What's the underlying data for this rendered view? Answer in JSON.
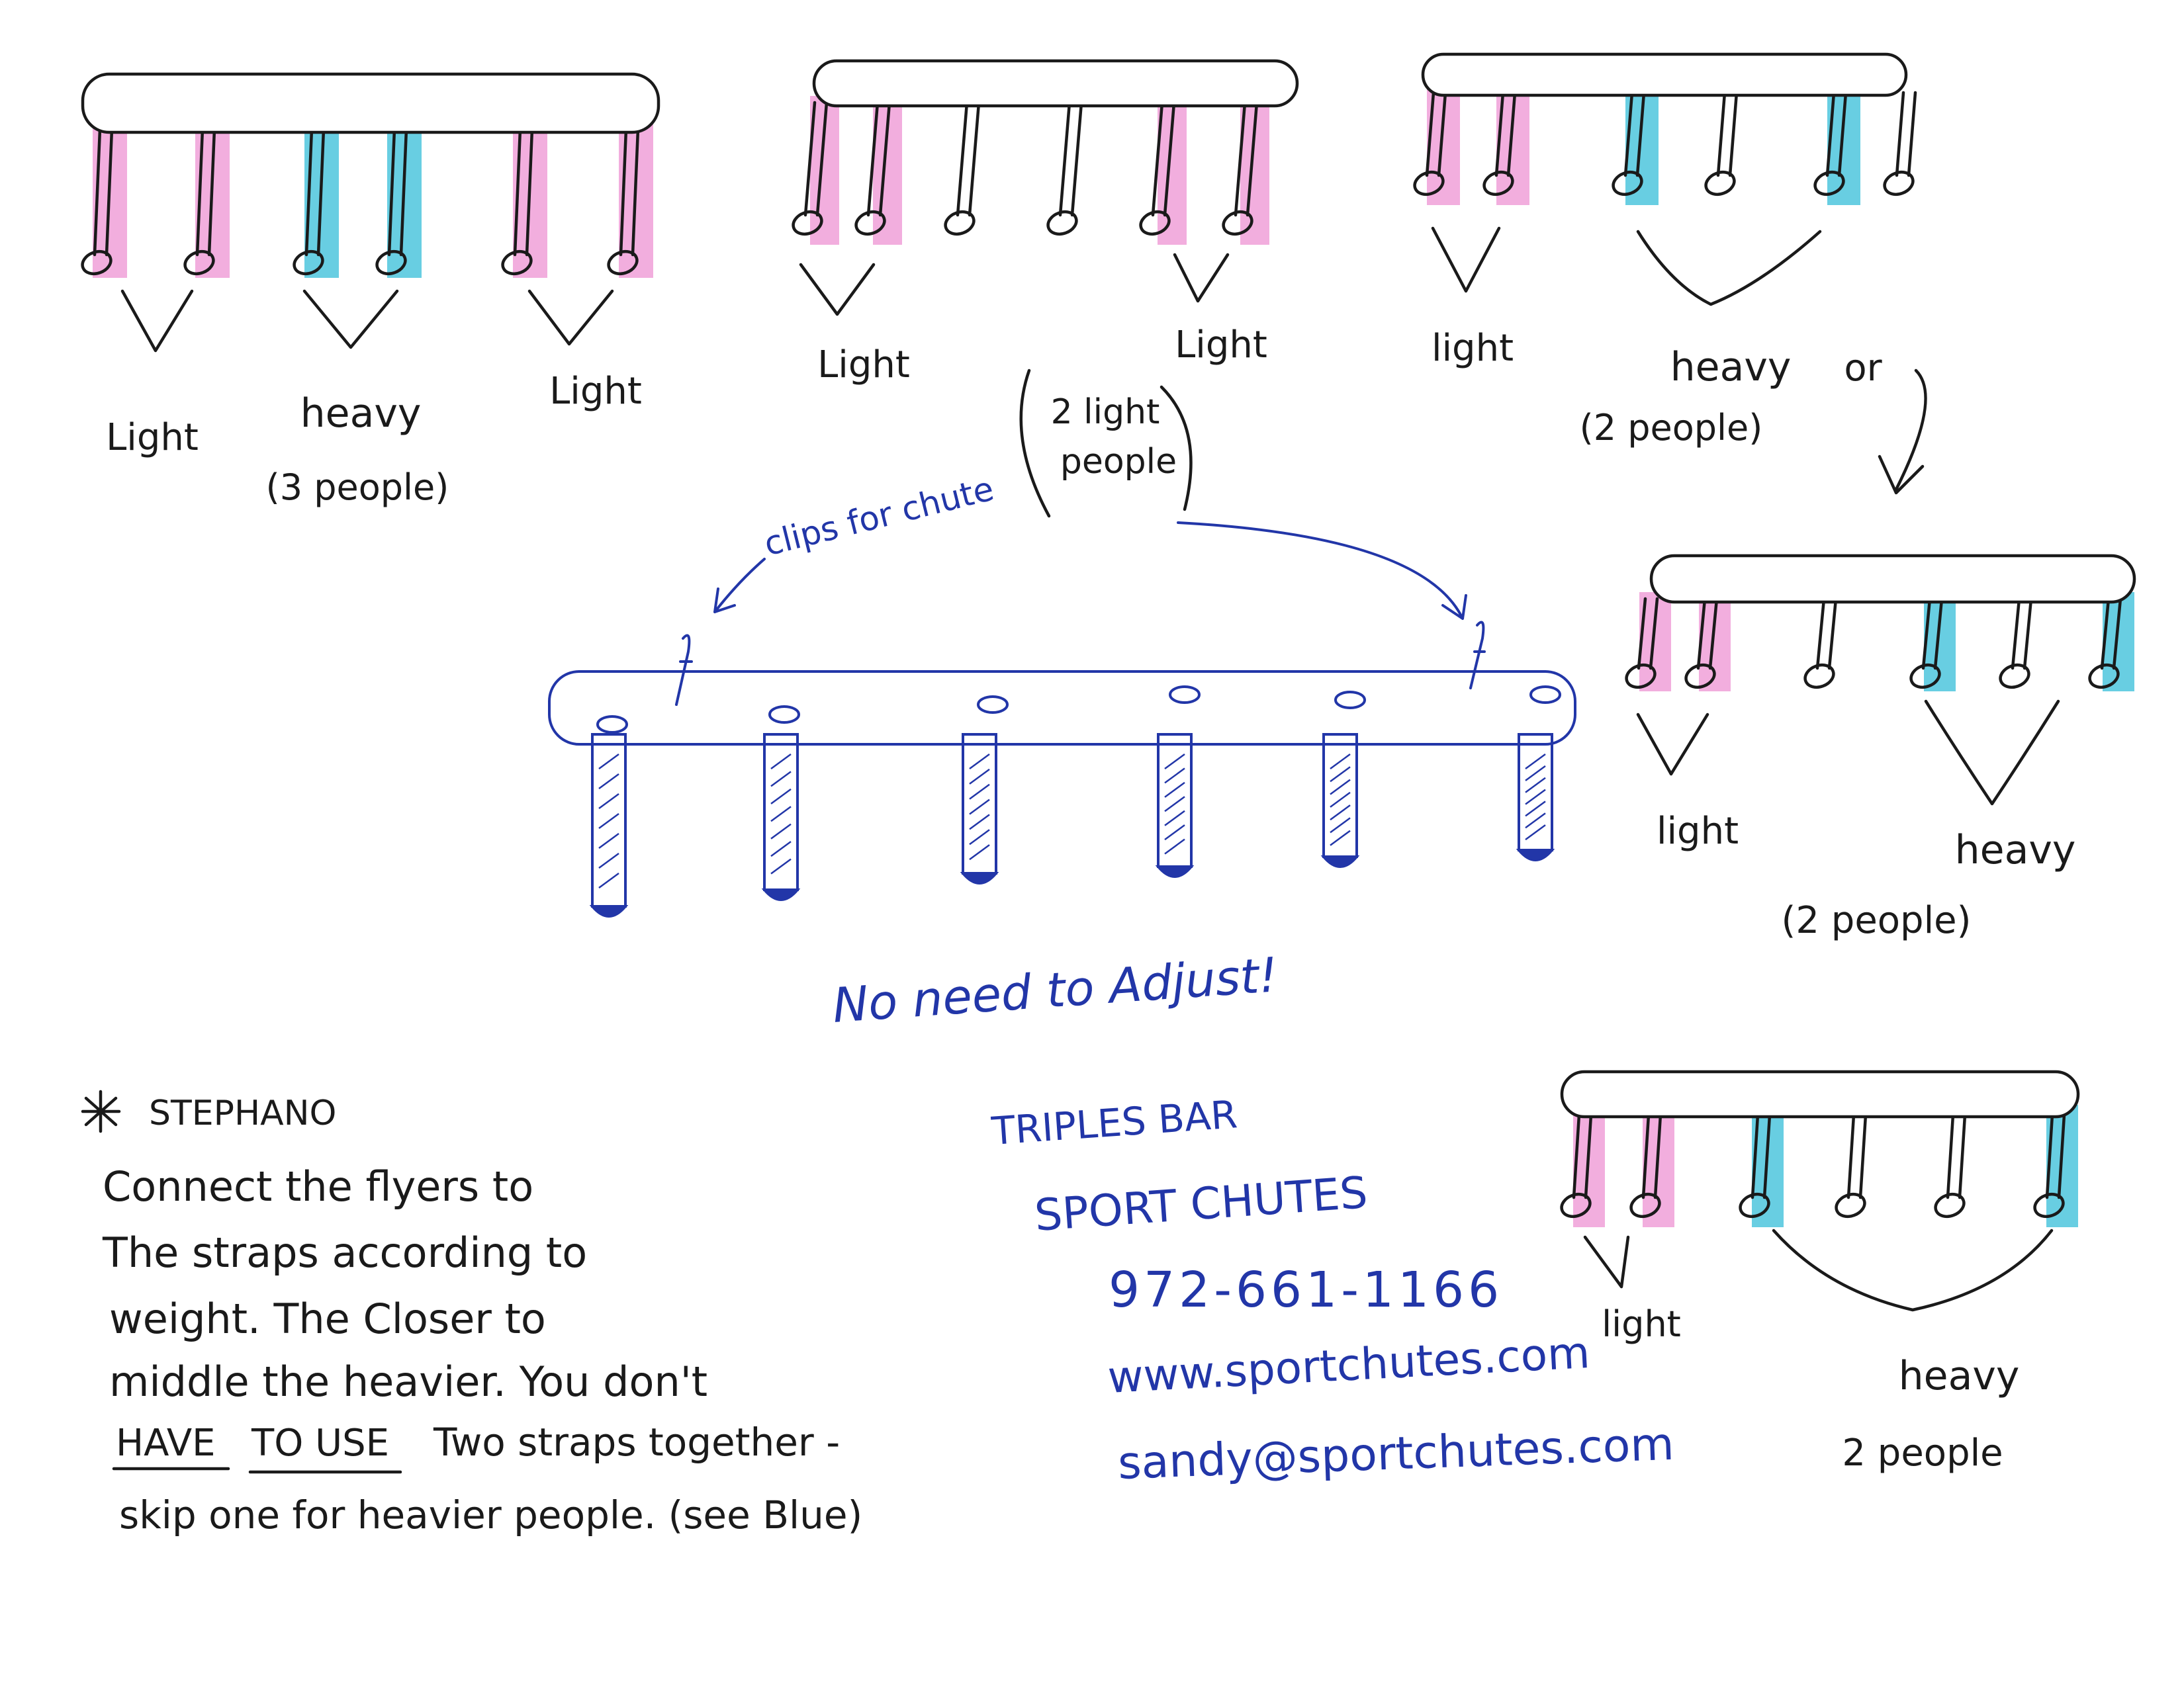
{
  "colors": {
    "ink": "#1a1a1a",
    "blue_ink": "#2236a8",
    "pink_highlight": "#f0a0d8",
    "blue_highlight": "#4ec6dd"
  },
  "diagram1": {
    "strap_colors": [
      "pink",
      "pink",
      "blue",
      "blue",
      "pink",
      "pink"
    ],
    "label_left": "Light",
    "label_mid": "heavy",
    "label_mid_sub": "(3 people)",
    "label_right": "Light"
  },
  "diagram2": {
    "strap_colors": [
      "pink",
      "pink",
      "none",
      "none",
      "pink",
      "pink"
    ],
    "label_left": "Light",
    "label_right": "Light",
    "note_line1": "2 light",
    "note_line2": "people"
  },
  "diagram3": {
    "strap_colors": [
      "pink",
      "pink",
      "blue",
      "none",
      "blue",
      "none"
    ],
    "label_left": "light",
    "label_mid": "heavy",
    "label_or": "or",
    "label_mid_sub": "(2 people)"
  },
  "diagram4": {
    "strap_colors": [
      "pink",
      "pink",
      "none",
      "blue",
      "none",
      "blue"
    ],
    "label_left": "light",
    "label_right": "heavy",
    "label_right_sub": "(2 people)"
  },
  "diagram5": {
    "strap_colors": [
      "pink",
      "pink",
      "blue",
      "none",
      "none",
      "blue"
    ],
    "label_left": "light",
    "label_right": "heavy",
    "label_right_sub": "2 people"
  },
  "blue_bar": {
    "clip_label": "clips for chute",
    "caption": "No need to Adjust!"
  },
  "note": {
    "heading": "STEPHANO",
    "lines": [
      "Connect the flyers to",
      "The straps according to",
      "weight. The Closer to",
      "middle the heavier. You don't"
    ],
    "line5_underlined_1": "HAVE",
    "line5_underlined_2": "TO USE",
    "line5_rest": "Two straps together -",
    "line6": "skip one for heavier people. (see Blue)"
  },
  "contact": {
    "line1": "TRIPLES BAR",
    "line2": "SPORT CHUTES",
    "phone": "972-661-1166",
    "web": "www.sportchutes.com",
    "email": "sandy@sportchutes.com"
  }
}
